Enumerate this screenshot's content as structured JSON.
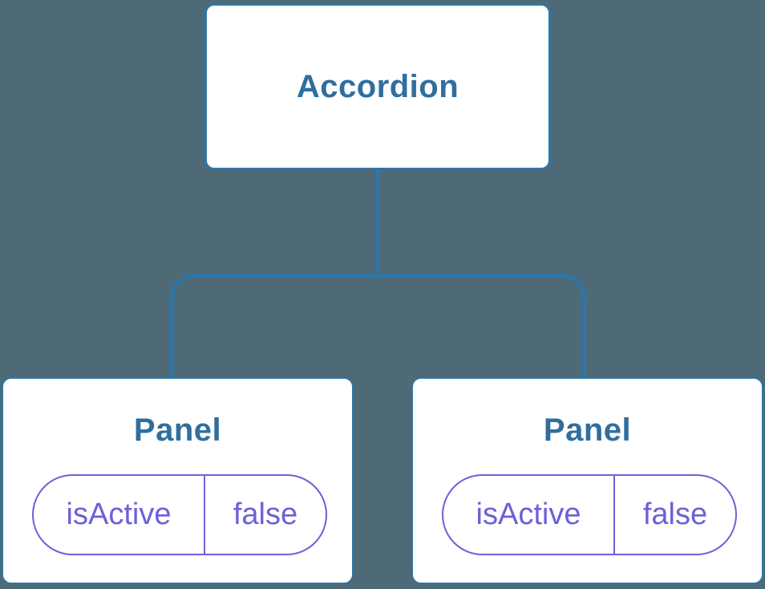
{
  "tree": {
    "root": {
      "label": "Accordion"
    },
    "children": [
      {
        "label": "Panel",
        "state": {
          "key": "isActive",
          "value": "false"
        }
      },
      {
        "label": "Panel",
        "state": {
          "key": "isActive",
          "value": "false"
        }
      }
    ]
  },
  "colors": {
    "background": "#4d6a76",
    "connector": "#2e75a8",
    "node_background": "#ffffff",
    "node_label_text": "#306e9e",
    "state_accent": "#6c61d8"
  }
}
